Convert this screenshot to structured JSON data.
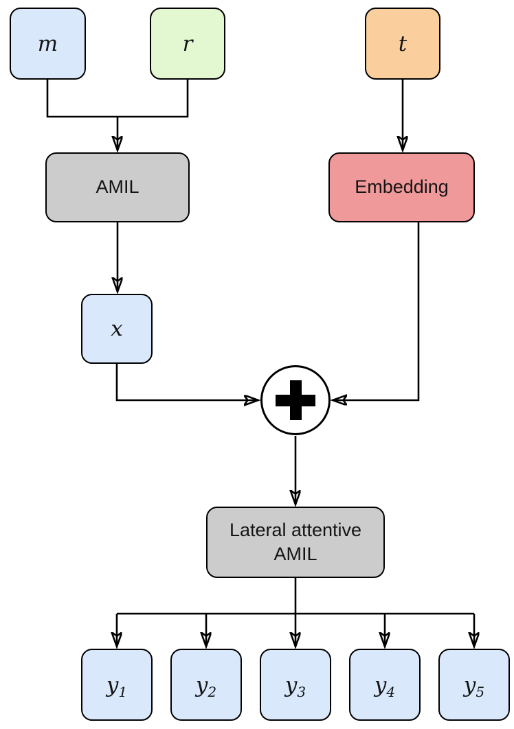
{
  "diagram": {
    "background_color": "#ffffff",
    "edge_color": "#000000",
    "nodes": {
      "m": {
        "label": "m",
        "fill": "#d9e8fb"
      },
      "r": {
        "label": "r",
        "fill": "#e3f7d1"
      },
      "t": {
        "label": "t",
        "fill": "#fbcf9d"
      },
      "amil": {
        "label": "AMIL",
        "fill": "#cccccc"
      },
      "embedding": {
        "label": "Embedding",
        "fill": "#f0999a"
      },
      "x": {
        "label": "x",
        "fill": "#d9e8fb"
      },
      "sum": {
        "symbol": "+",
        "fill": "#ffffff"
      },
      "lateral": {
        "label_line1": "Lateral attentive",
        "label_line2": "AMIL",
        "fill": "#cccccc"
      },
      "outputs": [
        {
          "base": "y",
          "sub": "1",
          "fill": "#d9e8fb"
        },
        {
          "base": "y",
          "sub": "2",
          "fill": "#d9e8fb"
        },
        {
          "base": "y",
          "sub": "3",
          "fill": "#d9e8fb"
        },
        {
          "base": "y",
          "sub": "4",
          "fill": "#d9e8fb"
        },
        {
          "base": "y",
          "sub": "5",
          "fill": "#d9e8fb"
        }
      ]
    },
    "edges": [
      "m+r -> AMIL",
      "AMIL -> x",
      "x -> sum",
      "t -> Embedding",
      "Embedding -> sum",
      "sum -> Lateral attentive AMIL",
      "Lateral attentive AMIL -> y1..y5"
    ]
  }
}
